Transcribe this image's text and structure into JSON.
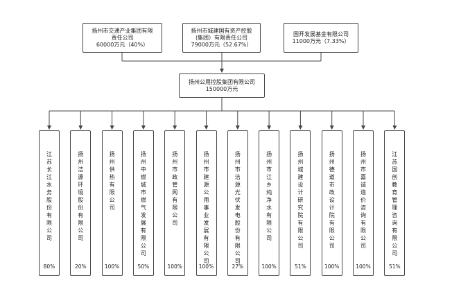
{
  "shareholders": [
    {
      "name_line1": "扬州市交通产业集团有限",
      "name_line2": "责任公司",
      "amount": "60000万元（40%）"
    },
    {
      "name_line1": "扬州市城建国有资产控股",
      "name_line2": "(集团）有限责任公司",
      "amount": "79000万元（52.67%）"
    },
    {
      "name_line1": "国开发展基金有限公司",
      "name_line2": "",
      "amount": "11000万元（7.33%）"
    }
  ],
  "parent": {
    "name": "扬州公用控股集团有限公司",
    "amount": "150000万元"
  },
  "subsidiaries": [
    {
      "name": "江苏长江水务股份有限公司",
      "pct": "80%"
    },
    {
      "name": "扬州洁源环境股份有限公司",
      "pct": "20%"
    },
    {
      "name": "扬州供热有限公司",
      "pct": "100%"
    },
    {
      "name": "扬州中燃城市燃气发展有限公司",
      "pct": "50%"
    },
    {
      "name": "扬州市政管网有限公司",
      "pct": "100%"
    },
    {
      "name": "扬州市建源公用事业发展有限公司",
      "pct": "100%"
    },
    {
      "name": "扬州市洁源光伏发电股份有限公司",
      "pct": "27%"
    },
    {
      "name": "扬州市江乡纯净水有限公司",
      "pct": "100%"
    },
    {
      "name": "扬州城建设计研究院有限公司",
      "pct": "51%"
    },
    {
      "name": "扬州德道市政设计院有限公司",
      "pct": "100%"
    },
    {
      "name": "扬州市嘉诚造价咨询有限公司",
      "pct": "100%"
    },
    {
      "name": "江苏国创教育管理咨询有限公司",
      "pct": "51%"
    }
  ]
}
